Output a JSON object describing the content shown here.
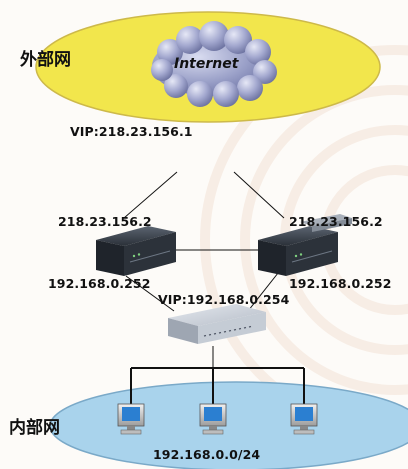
{
  "zones": {
    "external": "外部网",
    "internal": "内部网"
  },
  "cloud": {
    "label": "Internet"
  },
  "addresses": {
    "vip_public": "VIP:218.23.156.1",
    "left_public": "218.23.156.2",
    "right_public": "218.23.156.2",
    "left_private": "192.168.0.252",
    "right_private": "192.168.0.252",
    "vip_private": "VIP:192.168.0.254",
    "subnet": "192.168.0.0/24"
  },
  "colors": {
    "external_zone_fill": "#f2e64c",
    "internal_zone_fill": "#a9d3ec",
    "cloud_fill": "#9aa0c8",
    "link_line": "#111111"
  }
}
